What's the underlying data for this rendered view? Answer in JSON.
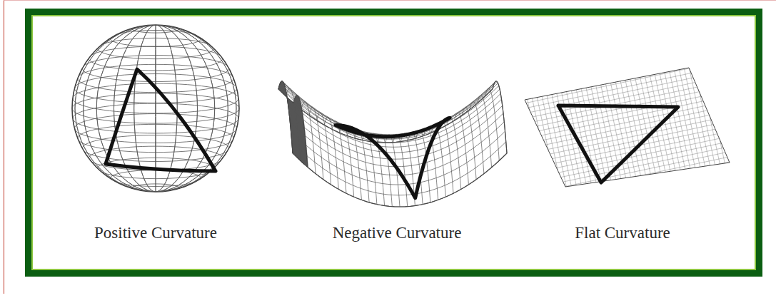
{
  "diagram": {
    "labels": [
      "Positive Curvature",
      "Negative Curvature",
      "Flat Curvature"
    ]
  }
}
